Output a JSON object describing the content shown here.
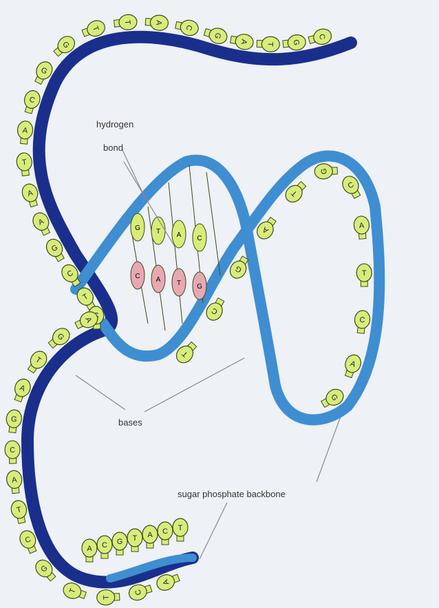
{
  "labels": {
    "hydrogen_bond": [
      "hydrogen",
      "bond"
    ],
    "bases": "bases",
    "backbone": "sugar phosphate backbone"
  },
  "colors": {
    "background": "#eef1f5",
    "outer_strand": "#1a2f8c",
    "inner_strand": "#3f8ed2",
    "base_fill": "#d8ec7a",
    "pair_fill": "#e8a8b2",
    "base_stroke": "#3a4a1a",
    "leader_line": "#888888"
  },
  "outer_bases": [
    "C",
    "G",
    "T",
    "A",
    "G",
    "C",
    "A",
    "T",
    "T",
    "G",
    "G",
    "C",
    "A",
    "T",
    "A",
    "A",
    "G",
    "C",
    "T",
    "C",
    "A",
    "G",
    "T",
    "A",
    "G",
    "C",
    "A",
    "T",
    "C",
    "G",
    "T",
    "T",
    "C",
    "A"
  ],
  "inner_bases": [
    "G",
    "A",
    "C",
    "T",
    "A",
    "C",
    "G",
    "T",
    "A",
    "G",
    "C",
    "T"
  ],
  "pair_letters": [
    [
      "G",
      "C"
    ],
    [
      "T",
      "A"
    ],
    [
      "A",
      "T"
    ],
    [
      "C",
      "G"
    ]
  ],
  "bottom_bases": [
    "A",
    "C",
    "G",
    "T",
    "A",
    "C",
    "T"
  ]
}
